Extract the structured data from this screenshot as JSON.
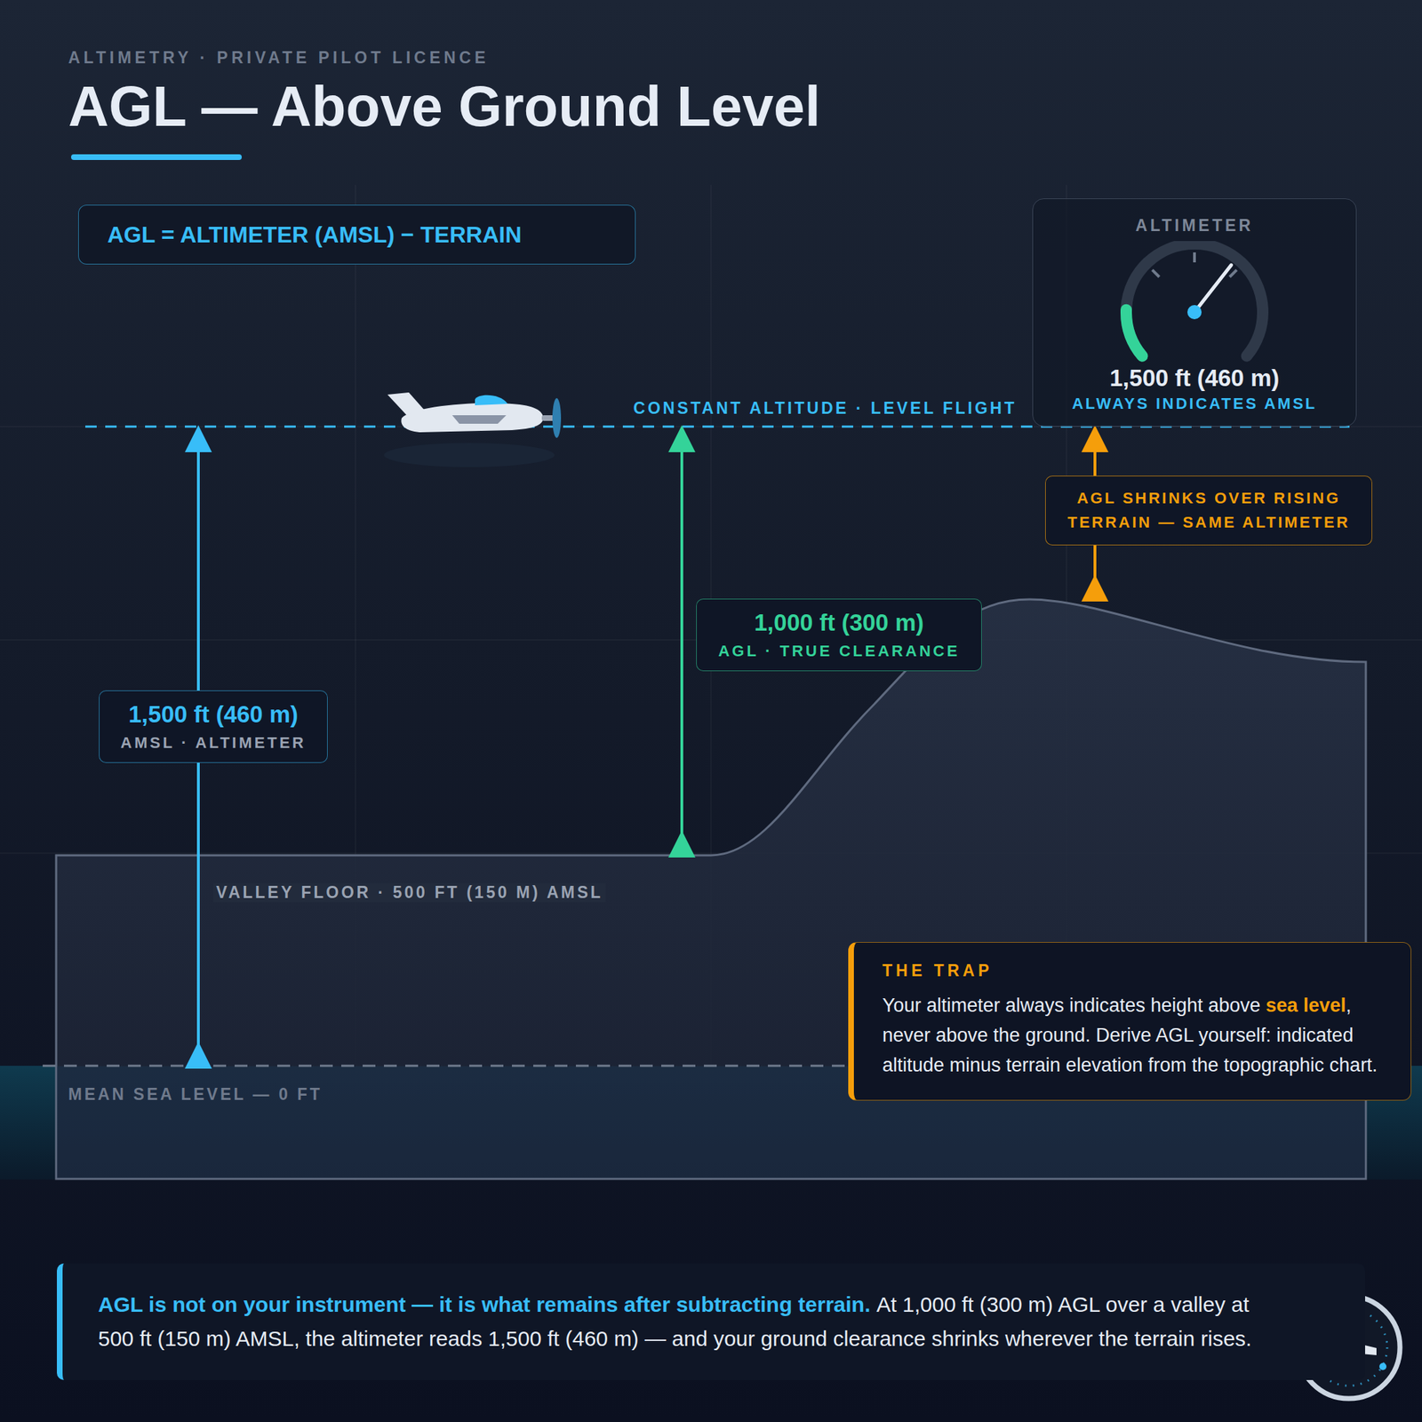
{
  "diagram": {
    "title": "AGL — Above Ground Level",
    "nodes": [
      {
        "text": [
          "AGL = ALTIMETER (AMSL) − TERRAIN"
        ]
      },
      {
        "text": [
          "ALTIMETER",
          "1,500 ft (460 m)",
          "ALWAYS INDICATES AMSL"
        ]
      },
      {
        "text": [
          "AGL SHRINKS OVER RISING TERRAIN — SAME ALTIMETER"
        ]
      },
      {
        "text": [
          "1,000 ft (300 m)",
          "AGL · TRUE CLEARANCE"
        ]
      },
      {
        "text": [
          "1,500 ft (460 m)",
          "AMSL · ALTIMETER"
        ]
      },
      {
        "text": [
          "THE TRAP",
          "Your altimeter always indicates height above sea level, never above the ground. Derive AGL yourself: indicated altitude minus terrain elevation from the topographic chart."
        ]
      },
      {
        "text": [
          "AGL is not on your instrument — it is what remains after subtracting terrain.",
          "At 1,000 ft (300 m) AGL over a valley at 500 ft (150 m) AMSL, the altimeter reads 1,500 ft (460 m) — and your ground clearance shrinks wherever the terrain rises."
        ]
      }
    ],
    "labels": [
      "ALTIMETRY · PRIVATE PILOT LICENCE",
      "CONSTANT ALTITUDE · LEVEL FLIGHT",
      "VALLEY FLOOR · 500 FT (150 M) AMSL",
      "MEAN SEA LEVEL — 0 FT"
    ]
  }
}
